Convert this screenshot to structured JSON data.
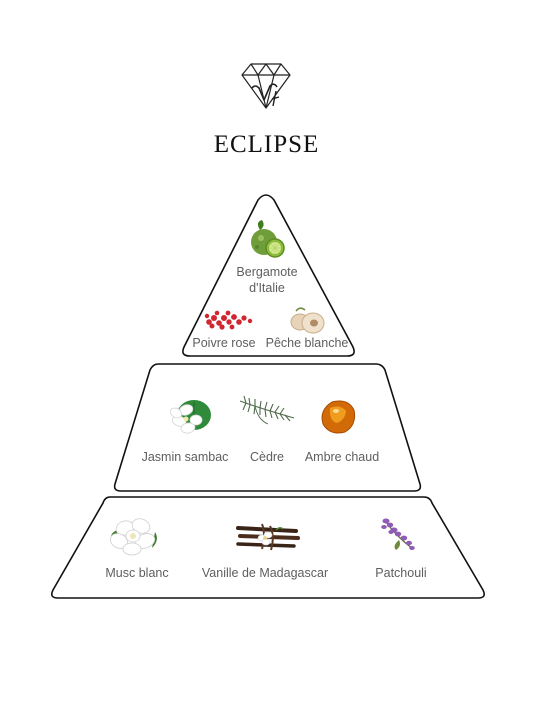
{
  "brand_logo": {
    "icon": "diamond-monogram-logo"
  },
  "title": "ECLIPSE",
  "pyramid": {
    "top_notes": [
      {
        "label": "Bergamote",
        "label2": "d'Italie",
        "icon": "bergamot-icon"
      },
      {
        "label": "Poivre rose",
        "icon": "pink-pepper-icon"
      },
      {
        "label": "Pêche blanche",
        "icon": "white-peach-icon"
      }
    ],
    "heart_notes": [
      {
        "label": "Jasmin sambac",
        "icon": "jasmine-icon"
      },
      {
        "label": "Cèdre",
        "icon": "cedar-icon"
      },
      {
        "label": "Ambre chaud",
        "icon": "amber-icon"
      }
    ],
    "base_notes": [
      {
        "label": "Musc blanc",
        "icon": "white-musk-flower-icon"
      },
      {
        "label": "Vanille de Madagascar",
        "icon": "vanilla-icon"
      },
      {
        "label": "Patchouli",
        "icon": "patchouli-icon"
      }
    ]
  },
  "colors": {
    "outline": "#111111",
    "label_text": "#5e5e5e"
  }
}
